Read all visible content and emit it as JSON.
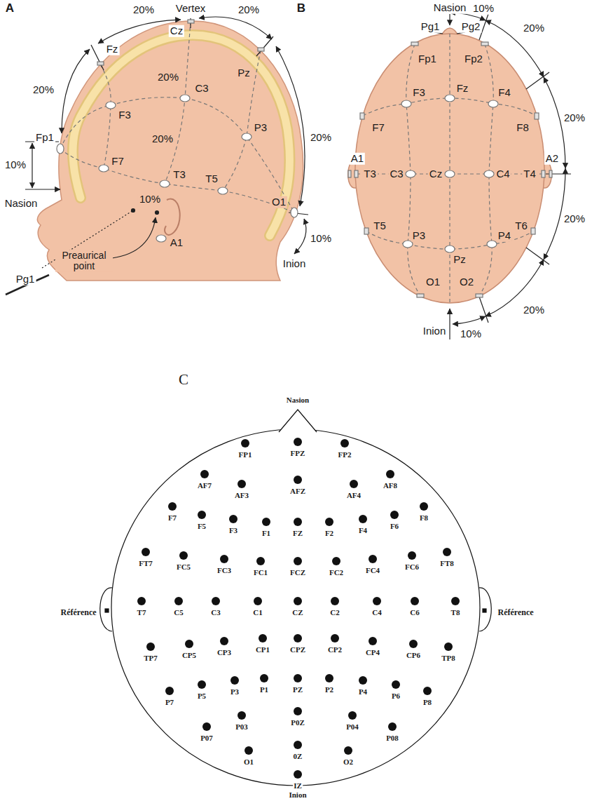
{
  "diagram": {
    "labels": [
      "A",
      "Fz",
      "Vertex",
      "Cz",
      "20%",
      "20%",
      "20%",
      "20%",
      "20%",
      "20%",
      "Pz",
      "F3",
      "C3",
      "P3",
      "Fp1",
      "F7",
      "10%",
      "T3",
      "T5",
      "Nasion",
      "10%",
      "Preaurical point",
      "A1",
      "O1",
      "10%",
      "Inion",
      "Pg1",
      "B",
      "Nasion",
      "Pg1",
      "Pg2",
      "10%",
      "Fp1",
      "Fp2",
      "20%",
      "F7",
      "F3",
      "Fz",
      "F4",
      "F8",
      "20%",
      "A1",
      "T3",
      "C3",
      "Cz",
      "C4",
      "T4",
      "A2",
      "20%",
      "T5",
      "P3",
      "Pz",
      "P4",
      "T6",
      "O1",
      "O2",
      "20%",
      "Inion",
      "10%",
      "C",
      "Nasion",
      "FP1",
      "FPZ",
      "FP2",
      "AF7",
      "AF3",
      "AFZ",
      "AF4",
      "AF8",
      "F7",
      "F5",
      "F3",
      "F1",
      "FZ",
      "F2",
      "F4",
      "F6",
      "F8",
      "FT7",
      "FC5",
      "FC3",
      "FC1",
      "FCZ",
      "FC2",
      "FC4",
      "FC6",
      "FT8",
      "T7",
      "C5",
      "C3",
      "C1",
      "CZ",
      "C2",
      "C4",
      "C6",
      "T8",
      "TP7",
      "CP5",
      "CP3",
      "CP1",
      "CPZ",
      "CP2",
      "CP4",
      "CP6",
      "TP8",
      "P7",
      "P5",
      "P3",
      "P1",
      "PZ",
      "P2",
      "P4",
      "P6",
      "P8",
      "P07",
      "P03",
      "P0Z",
      "P04",
      "P08",
      "O1",
      "0Z",
      "O2",
      "IZ",
      "Référence",
      "Référence",
      "Inion"
    ]
  }
}
